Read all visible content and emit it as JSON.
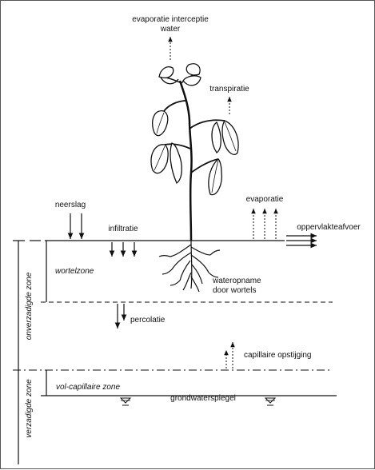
{
  "labels": {
    "evap_interception_1": "evaporatie interceptie",
    "evap_interception_2": "water",
    "transpiration": "transpiratie",
    "precipitation": "neerslag",
    "infiltration": "infiltratie",
    "evaporation": "evaporatie",
    "surface_runoff": "oppervlakteafvoer",
    "root_zone": "wortelzone",
    "root_uptake_1": "wateropname",
    "root_uptake_2": "door wortels",
    "percolation": "percolatie",
    "capillary_rise": "capillaire opstijging",
    "unsaturated_zone": "onverzadigde zone",
    "saturated_zone": "verzadigde zone",
    "capillary_fringe": "vol-capillaire zone",
    "groundwater_table": "grondwaterspiegel"
  },
  "colors": {
    "ink": "#111111",
    "background": "#ffffff"
  }
}
